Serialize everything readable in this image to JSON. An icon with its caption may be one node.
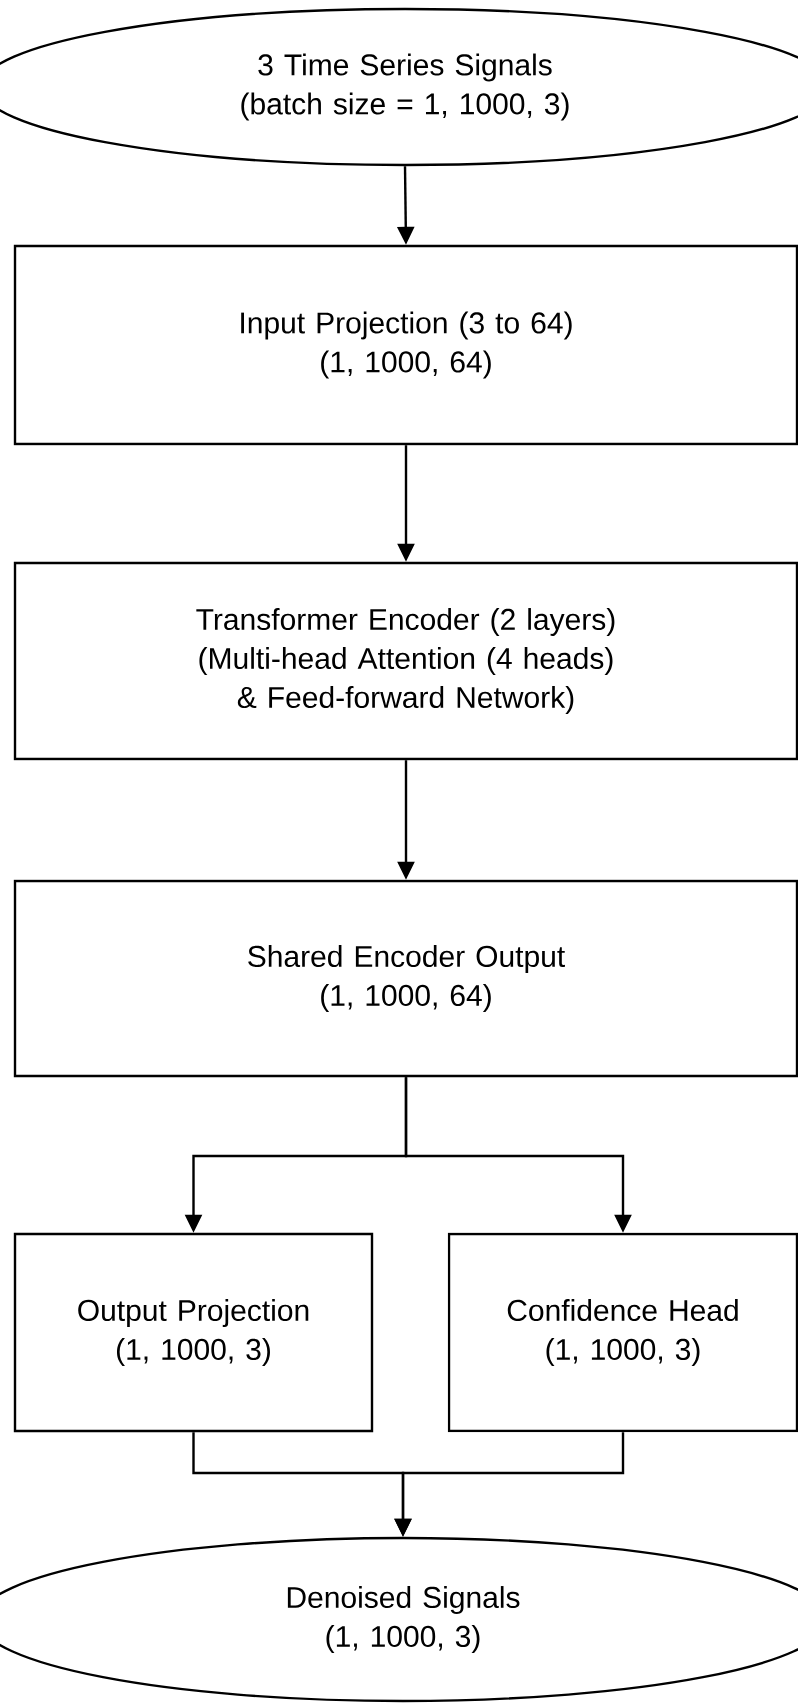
{
  "diagram": {
    "nodes": [
      {
        "text": [
          "3 Time Series Signals",
          "(batch size = 1, 1000, 3)"
        ]
      },
      {
        "text": [
          "Input Projection (3 to 64)",
          "(1, 1000, 64)"
        ]
      },
      {
        "text": [
          "Transformer Encoder (2 layers)",
          "(Multi-head Attention (4 heads) & Feed-forward Network)"
        ]
      },
      {
        "text": [
          "Shared Encoder Output",
          "(1, 1000, 64)"
        ]
      },
      {
        "text": [
          "Output Projection",
          "(1, 1000, 3)"
        ]
      },
      {
        "text": [
          "Confidence Head",
          "(1, 1000, 3)"
        ]
      },
      {
        "text": [
          "Denoised Signals",
          "(1, 1000, 3)"
        ]
      }
    ],
    "edges": [
      {
        "from": 0,
        "to": 1,
        "arrow": "to"
      },
      {
        "from": 1,
        "to": 2,
        "arrow": "to"
      },
      {
        "from": 2,
        "to": 3,
        "arrow": "to"
      },
      {
        "from": 3,
        "to": 4,
        "arrow": "to"
      },
      {
        "from": 3,
        "to": 5,
        "arrow": "to"
      },
      {
        "from": 4,
        "to": 6,
        "arrow": "to"
      },
      {
        "from": 5,
        "to": 6,
        "arrow": "to"
      }
    ]
  }
}
